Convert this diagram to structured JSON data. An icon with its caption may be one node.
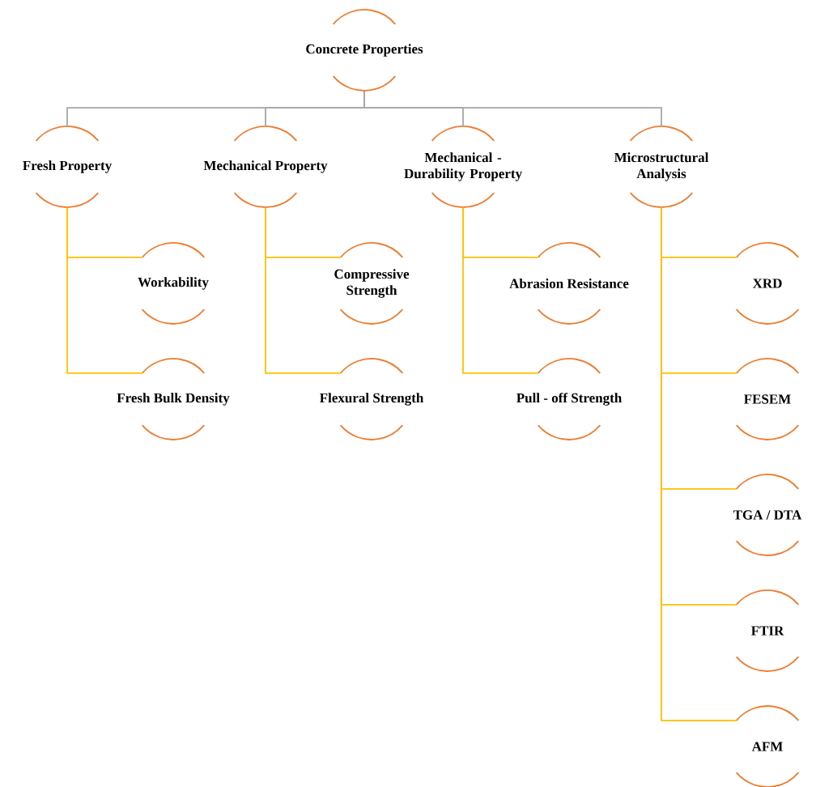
{
  "diagram": {
    "nodes": [
      {
        "text": [
          "Concrete Properties"
        ]
      },
      {
        "text": [
          "Fresh Property"
        ]
      },
      {
        "text": [
          "Mechanical Property"
        ]
      },
      {
        "text": [
          "Mechanical - Durability Property"
        ]
      },
      {
        "text": [
          "Microstructural Analysis"
        ]
      },
      {
        "text": [
          "Workability"
        ]
      },
      {
        "text": [
          "Fresh Bulk Density"
        ]
      },
      {
        "text": [
          "Compressive Strength"
        ]
      },
      {
        "text": [
          "Flexural Strength"
        ]
      },
      {
        "text": [
          "Abrasion Resistance"
        ]
      },
      {
        "text": [
          "Pull - off Strength"
        ]
      },
      {
        "text": [
          "XRD"
        ]
      },
      {
        "text": [
          "FESEM"
        ]
      },
      {
        "text": [
          "TGA / DTA"
        ]
      },
      {
        "text": [
          "FTIR"
        ]
      },
      {
        "text": [
          "AFM"
        ]
      }
    ],
    "edges": [
      {
        "from": 0,
        "to": 1,
        "arrow": "none",
        "color": "#a6a6a6"
      },
      {
        "from": 0,
        "to": 2,
        "arrow": "none",
        "color": "#a6a6a6"
      },
      {
        "from": 0,
        "to": 3,
        "arrow": "none",
        "color": "#a6a6a6"
      },
      {
        "from": 0,
        "to": 4,
        "arrow": "none",
        "color": "#a6a6a6"
      },
      {
        "from": 1,
        "to": 5,
        "arrow": "none"
      },
      {
        "from": 1,
        "to": 6,
        "arrow": "none"
      },
      {
        "from": 2,
        "to": 7,
        "arrow": "none"
      },
      {
        "from": 2,
        "to": 8,
        "arrow": "none"
      },
      {
        "from": 3,
        "to": 9,
        "arrow": "none"
      },
      {
        "from": 3,
        "to": 10,
        "arrow": "none"
      },
      {
        "from": 4,
        "to": 11,
        "arrow": "none"
      },
      {
        "from": 4,
        "to": 12,
        "arrow": "none"
      },
      {
        "from": 4,
        "to": 13,
        "arrow": "none"
      },
      {
        "from": 4,
        "to": 14,
        "arrow": "none"
      },
      {
        "from": 4,
        "to": 15,
        "arrow": "none"
      }
    ]
  }
}
